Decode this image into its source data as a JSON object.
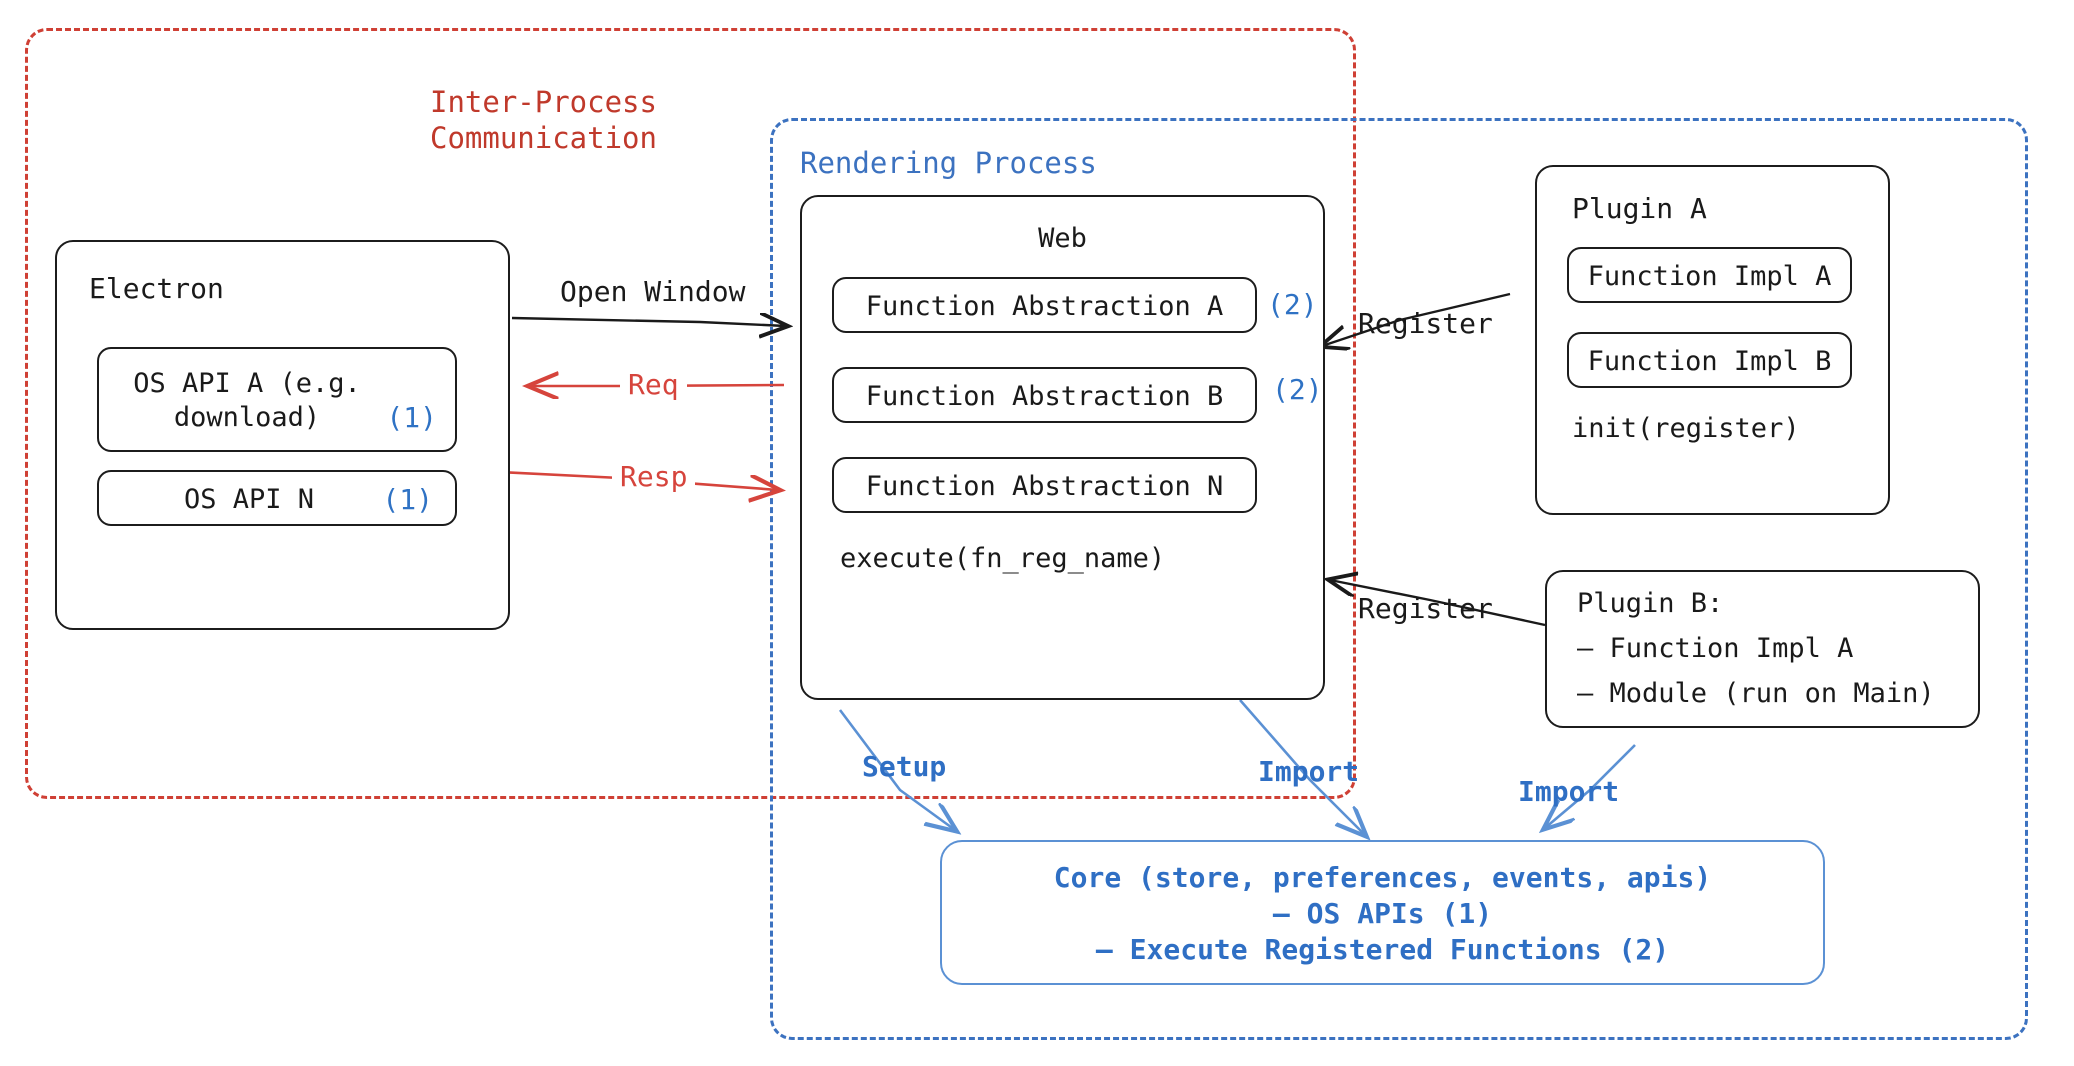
{
  "diagram": {
    "title": "Electron plugin architecture",
    "colors": {
      "ipc_red": "#c0392b",
      "render_blue": "#3c72c0",
      "badge_blue": "#2f72c4",
      "core_blue": "#2f6fc4",
      "ink": "#1a1a1a"
    }
  },
  "groups": {
    "ipc": {
      "label": "Inter-Process\nCommunication"
    },
    "rendering": {
      "label": "Rendering Process"
    }
  },
  "electron": {
    "title": "Electron",
    "items": [
      {
        "text": "OS API A (e.g.\ndownload)",
        "badge": "(1)"
      },
      {
        "text": "OS API N",
        "badge": "(1)"
      }
    ]
  },
  "web": {
    "title": "Web",
    "items": [
      {
        "text": "Function Abstraction A",
        "badge": "(2)"
      },
      {
        "text": "Function Abstraction B",
        "badge": "(2)"
      },
      {
        "text": "Function Abstraction N",
        "badge": ""
      }
    ],
    "footer": "execute(fn_reg_name)"
  },
  "plugin_a": {
    "title": "Plugin A",
    "items": [
      {
        "text": "Function Impl A"
      },
      {
        "text": "Function Impl B"
      }
    ],
    "footer": "init(register)"
  },
  "plugin_b": {
    "lines": [
      "Plugin B:",
      "– Function Impl A",
      "– Module (run on Main)"
    ]
  },
  "core": {
    "lines": [
      "Core (store, preferences, events, apis)",
      "– OS APIs (1)",
      "– Execute Registered Functions (2)"
    ]
  },
  "edges": [
    {
      "id": "open-window",
      "label": "Open Window",
      "color": "dark"
    },
    {
      "id": "req",
      "label": "Req",
      "color": "red"
    },
    {
      "id": "resp",
      "label": "Resp",
      "color": "red"
    },
    {
      "id": "register-a",
      "label": "Register",
      "color": "dark"
    },
    {
      "id": "register-b",
      "label": "Register",
      "color": "dark"
    },
    {
      "id": "setup",
      "label": "Setup",
      "color": "blue"
    },
    {
      "id": "import-web",
      "label": "Import",
      "color": "blue"
    },
    {
      "id": "import-plugin-b",
      "label": "Import",
      "color": "blue"
    }
  ]
}
